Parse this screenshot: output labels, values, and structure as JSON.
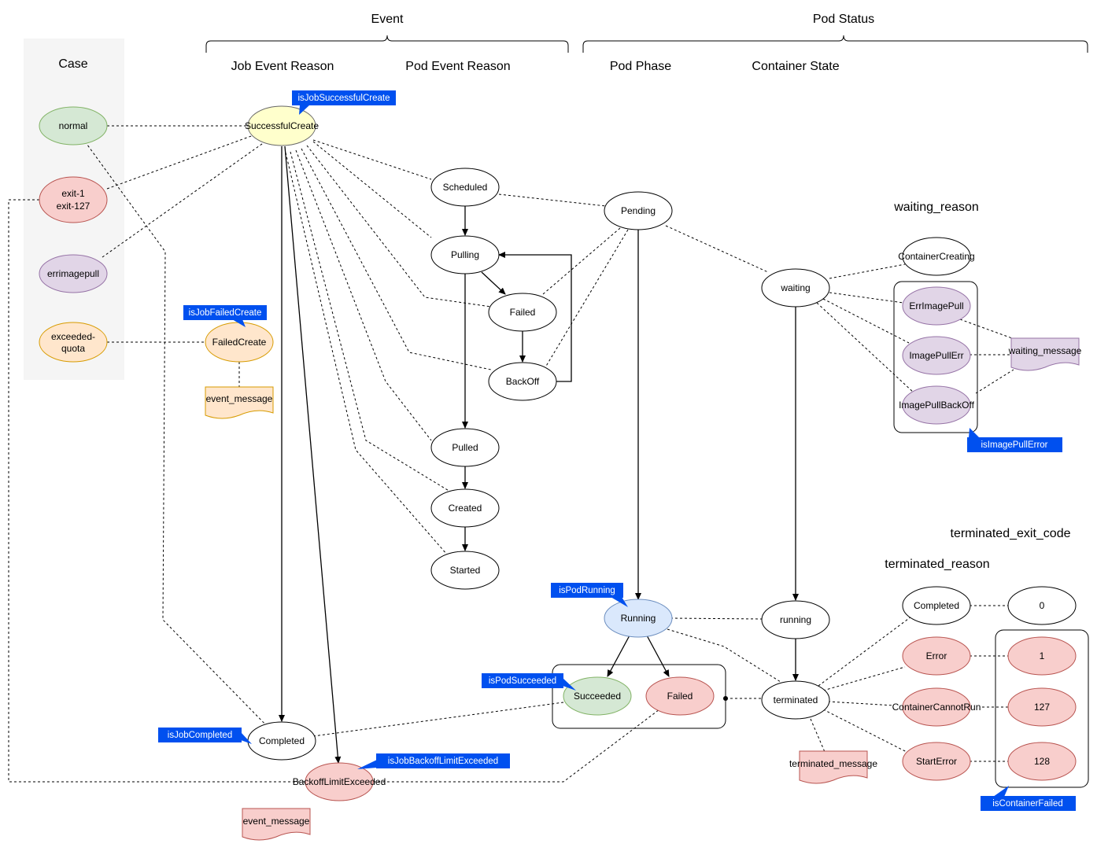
{
  "headers": {
    "event": "Event",
    "pod_status": "Pod Status",
    "case": "Case",
    "job_event_reason": "Job Event Reason",
    "pod_event_reason": "Pod Event Reason",
    "pod_phase": "Pod Phase",
    "container_state": "Container State",
    "waiting_reason": "waiting_reason",
    "terminated_exit_code": "terminated_exit_code",
    "terminated_reason": "terminated_reason"
  },
  "colors": {
    "green": "#d5e8d4",
    "green_stroke": "#82b366",
    "red": "#f8cecc",
    "red_stroke": "#b85450",
    "purple": "#e1d5e7",
    "purple_stroke": "#9673a6",
    "orange": "#ffe6cc",
    "orange_stroke": "#d79b00",
    "yellow": "#ffffcc",
    "yellow_stroke": "#666666",
    "blue": "#dae8fc",
    "blue_stroke": "#6c8ebf",
    "tag": "#0050ef",
    "case_panel": "#f5f5f5"
  },
  "nodes": {
    "normal": "normal",
    "exit_1": "exit-1",
    "exit_127": "exit-127",
    "errimagepull": "errimagepull",
    "exceeded_1": "exceeded-",
    "exceeded_2": "quota",
    "successful_create": "SuccessfulCreate",
    "failed_create": "FailedCreate",
    "event_message_1": "event_message",
    "completed_job": "Completed",
    "backoff_limit": "BackoffLimitExceeded",
    "event_message_2": "event_message",
    "scheduled": "Scheduled",
    "pulling": "Pulling",
    "failed_pod": "Failed",
    "backoff": "BackOff",
    "pulled": "Pulled",
    "created": "Created",
    "started": "Started",
    "pending": "Pending",
    "running_phase": "Running",
    "succeeded": "Succeeded",
    "failed_phase": "Failed",
    "waiting": "waiting",
    "running_state": "running",
    "terminated": "terminated",
    "terminated_message": "terminated_message",
    "container_creating": "ContainerCreating",
    "err_image_pull": "ErrImagePull",
    "image_pull_err": "ImagePullErr",
    "image_pull_backoff": "ImagePullBackOff",
    "waiting_message": "waiting_message",
    "t_completed": "Completed",
    "t_error": "Error",
    "t_container_cannot_run": "ContainerCannotRun",
    "t_start_error": "StartError",
    "code_0": "0",
    "code_1": "1",
    "code_127": "127",
    "code_128": "128"
  },
  "tags": {
    "is_job_successful_create": "isJobSuccessfulCreate",
    "is_job_failed_create": "isJobFailedCreate",
    "is_job_completed": "isJobCompleted",
    "is_job_backoff_limit_exceeded": "isJobBackoffLimitExceeded",
    "is_pod_running": "isPodRunning",
    "is_pod_succeeded": "isPodSucceeded",
    "is_image_pull_error": "isImagePullError",
    "is_container_failed": "isContainerFailed"
  }
}
